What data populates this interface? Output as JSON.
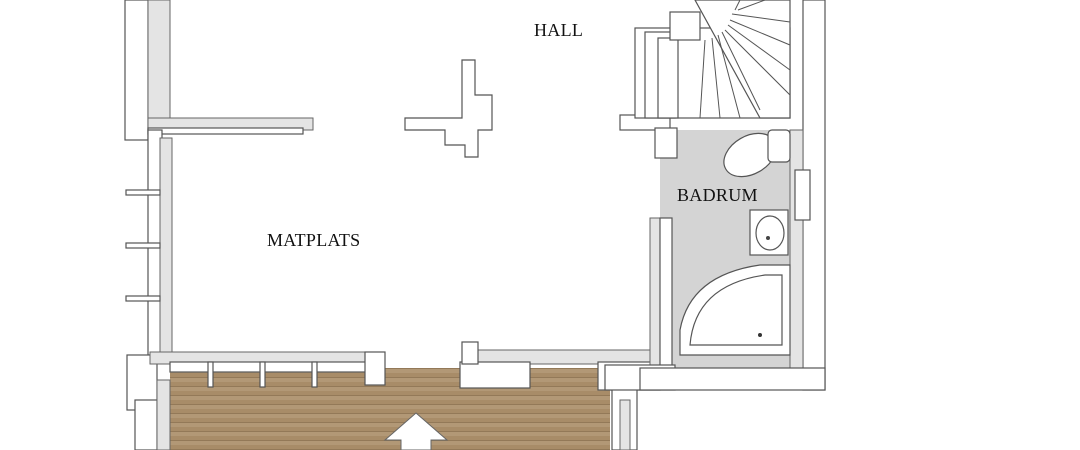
{
  "rooms": {
    "hall": "HALL",
    "badrum": "BADRUM",
    "matplats": "MATPLATS"
  },
  "colors": {
    "deck": "#a88c68",
    "bathroom_floor": "#d4d4d4",
    "wall": "#ffffff",
    "wall_shade": "#e4e4e4"
  }
}
